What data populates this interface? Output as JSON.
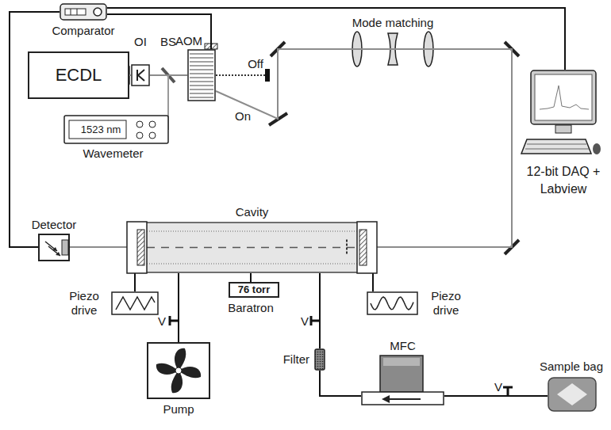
{
  "diagram": {
    "nodes": [
      {
        "text": [
          "Comparator"
        ]
      },
      {
        "text": [
          "ECDL"
        ]
      },
      {
        "text": [
          "OI"
        ]
      },
      {
        "text": [
          "AOM"
        ]
      },
      {
        "text": [
          "1523 nm",
          "Wavemeter"
        ]
      },
      {
        "text": [
          "12-bit DAQ + Labview"
        ]
      },
      {
        "text": [
          "Detector"
        ]
      },
      {
        "text": [
          "Cavity"
        ]
      },
      {
        "text": [
          "Piezo drive"
        ]
      },
      {
        "text": [
          "Piezo drive"
        ]
      },
      {
        "text": [
          "76 torr",
          "Baratron"
        ]
      },
      {
        "text": [
          "Pump"
        ]
      },
      {
        "text": [
          "Filter"
        ]
      },
      {
        "text": [
          "MFC"
        ]
      },
      {
        "text": [
          "Sample bag"
        ]
      }
    ],
    "edges": [
      {
        "from": 1,
        "to": 2,
        "arrow": "none"
      },
      {
        "from": 2,
        "to": 3,
        "arrow": "none"
      },
      {
        "from": 3,
        "to": 7,
        "label": "On",
        "arrow": "none"
      },
      {
        "from": 6,
        "to": 0,
        "arrow": "none"
      },
      {
        "from": 5,
        "to": 0,
        "arrow": "none"
      },
      {
        "from": 0,
        "to": 3,
        "arrow": "none"
      },
      {
        "from": 7,
        "to": 6,
        "arrow": "none"
      },
      {
        "from": 8,
        "to": 7,
        "arrow": "none"
      },
      {
        "from": 9,
        "to": 7,
        "arrow": "none"
      },
      {
        "from": 10,
        "to": 7,
        "arrow": "none"
      },
      {
        "from": 11,
        "to": 7,
        "arrow": "none"
      },
      {
        "from": 12,
        "to": 7,
        "arrow": "none"
      },
      {
        "from": 13,
        "to": 12,
        "arrow": "none"
      },
      {
        "from": 14,
        "to": 13,
        "arrow": "none"
      }
    ],
    "labels": [
      "BS",
      "Off",
      "Mode matching",
      "V",
      "V",
      "V"
    ]
  }
}
